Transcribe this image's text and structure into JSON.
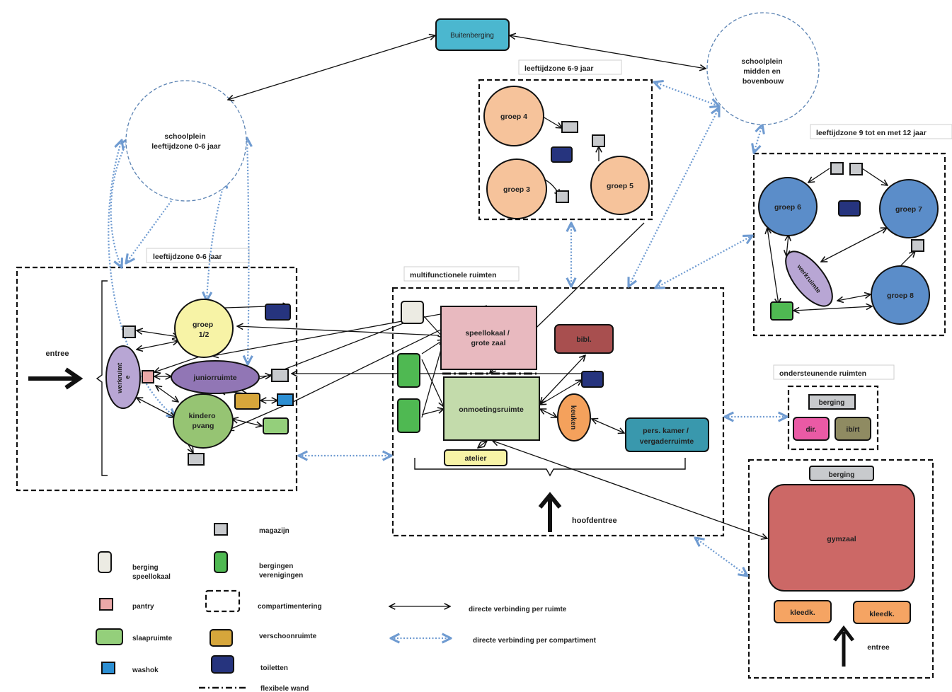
{
  "colors": {
    "buitenberging": "#4bb7cf",
    "groep12": "#f7f3a6",
    "juniorruimte": "#9176b5",
    "kinderopvang": "#96c473",
    "werkruimte": "#b8a6d4",
    "groep_6_9": "#f6c39b",
    "groep_9_12": "#5b8dc9",
    "speellokaal": "#e8b9bf",
    "onmoetingsruimte": "#c3dbab",
    "bibl": "#a84f4f",
    "keuken": "#f4a15c",
    "pers_kamer": "#3998ad",
    "atelier": "#f7f3a6",
    "dir": "#ea5aa5",
    "ibrt": "#8f8b62",
    "gymzaal": "#cc6866",
    "kleedk": "#f5a463",
    "magazijn": "#c8cacd",
    "berging_speellokaal": "#ecebe3",
    "bergingen_verenigingen": "#4fb952",
    "pantry": "#eaa8a8",
    "slaapruimte": "#94cf7b",
    "verschoonruimte": "#d6a63b",
    "washok": "#2c8fd3",
    "toiletten": "#26347e",
    "direct_link": "#111111",
    "compartment_link": "#6f9bd1"
  },
  "outdoor": {
    "buitenberging": "Buitenberging",
    "schoolplein_0_6": [
      "schoolplein",
      "leeftijdzone 0-6 jaar"
    ],
    "schoolplein_midden": [
      "schoolplein",
      "midden en",
      "bovenbouw"
    ]
  },
  "zone_0_6": {
    "title": "leeftijdzone 0-6 jaar",
    "entree": "entree",
    "werkruimte": [
      "werkruimt",
      "e"
    ],
    "groep12": [
      "groep",
      "1/2"
    ],
    "juniorruimte": "juniorruimte",
    "kinderopvang": [
      "kindero",
      "pvang"
    ]
  },
  "zone_6_9": {
    "title": "leeftijdzone 6-9 jaar",
    "groepen": [
      "groep 4",
      "groep 3",
      "groep 5"
    ]
  },
  "zone_9_12": {
    "title": "leeftijdzone 9 tot en met 12 jaar",
    "groepen": [
      "groep 6",
      "groep 7",
      "groep 8"
    ],
    "werkruimte": "werkruimte"
  },
  "multifunctioneel": {
    "title": "multifunctionele ruimten",
    "speellokaal": [
      "speellokaal /",
      "grote zaal"
    ],
    "onmoetingsruimte": "onmoetingsruimte",
    "bibl": "bibl.",
    "keuken": "keuken",
    "pers_kamer": [
      "pers. kamer /",
      "vergaderruimte"
    ],
    "atelier": "atelier",
    "hoofdentree": "hoofdentree"
  },
  "ondersteunend": {
    "title": "ondersteunende ruimten",
    "berging": "berging",
    "dir": "dir.",
    "ibrt": "ib/rt"
  },
  "gym": {
    "berging": "berging",
    "gymzaal": "gymzaal",
    "kleedk": [
      "kleedk.",
      "kleedk."
    ],
    "entree": "entree"
  },
  "legend": {
    "magazijn": "magazijn",
    "berging_speellokaal": [
      "berging",
      "speellokaal"
    ],
    "bergingen_verenigingen": [
      "bergingen",
      "verenigingen"
    ],
    "pantry": "pantry",
    "compartimentering": "compartimentering",
    "slaapruimte": "slaapruimte",
    "verschoonruimte": "verschoonruimte",
    "washok": "washok",
    "toiletten": "toiletten",
    "flexibele_wand": "flexibele wand",
    "directe_ruimte": "directe verbinding per ruimte",
    "directe_compartiment": "directe verbinding per compartiment"
  }
}
